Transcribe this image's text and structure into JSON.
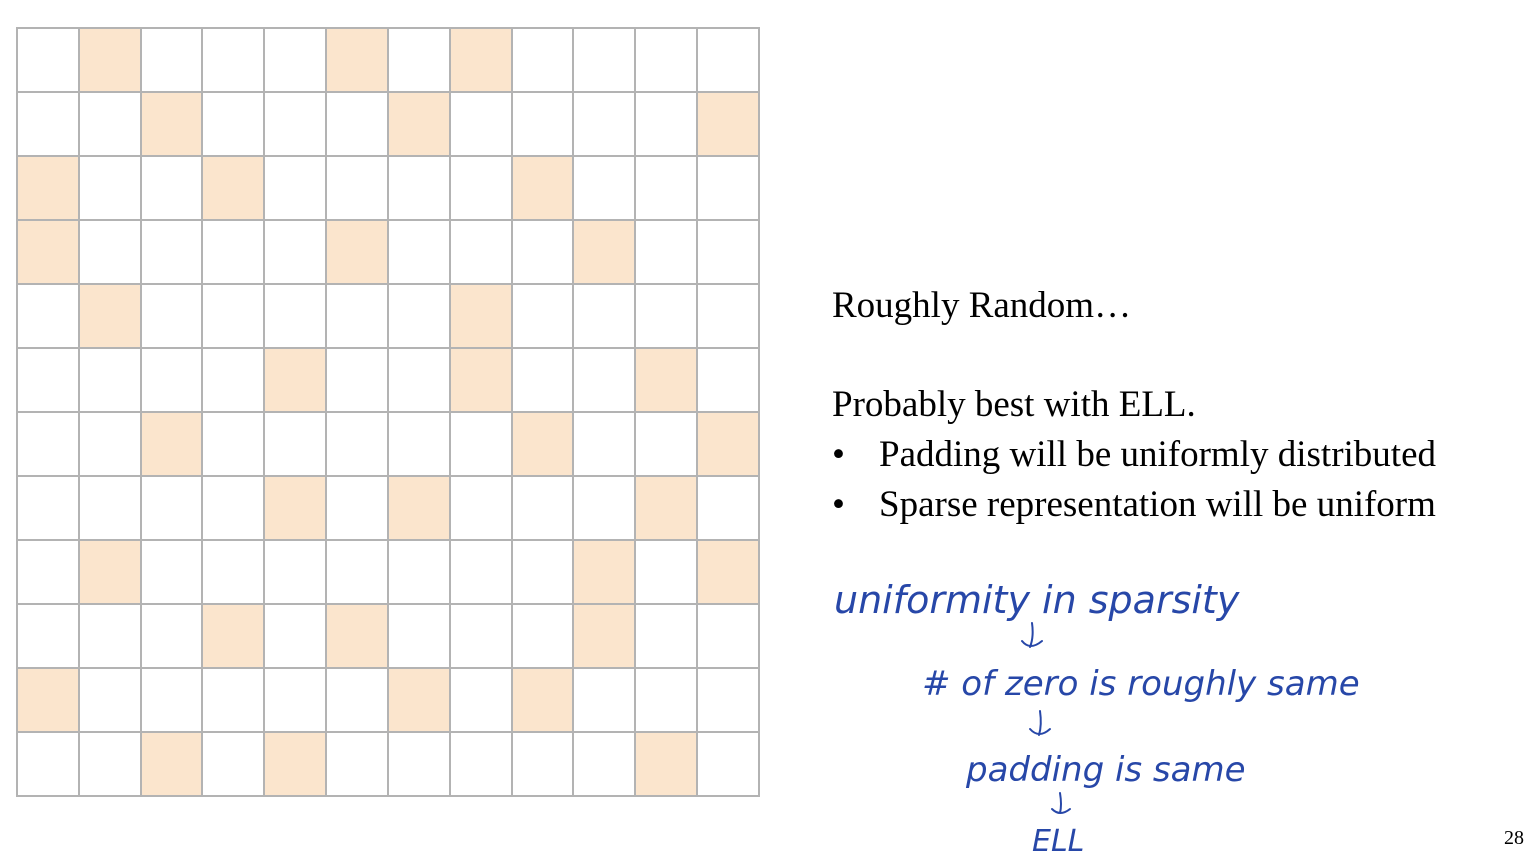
{
  "slide": {
    "heading": "Roughly Random…",
    "subheading": "Probably best with ELL.",
    "bullets": [
      "Padding will be uniformly distributed",
      "Sparse representation will be uniform"
    ],
    "bullet_symbol": "•",
    "page_number": "28"
  },
  "matrix": {
    "rows": 12,
    "cols": 12,
    "filled_color": "#fbe5cd",
    "empty_color": "#ffffff",
    "grid_line_color": "#b3b3b3",
    "filled": [
      [
        0,
        1
      ],
      [
        0,
        5
      ],
      [
        0,
        7
      ],
      [
        1,
        2
      ],
      [
        1,
        6
      ],
      [
        1,
        11
      ],
      [
        2,
        0
      ],
      [
        2,
        3
      ],
      [
        2,
        8
      ],
      [
        3,
        0
      ],
      [
        3,
        5
      ],
      [
        3,
        9
      ],
      [
        4,
        1
      ],
      [
        4,
        7
      ],
      [
        5,
        4
      ],
      [
        5,
        7
      ],
      [
        5,
        10
      ],
      [
        6,
        2
      ],
      [
        6,
        8
      ],
      [
        6,
        11
      ],
      [
        7,
        4
      ],
      [
        7,
        6
      ],
      [
        7,
        10
      ],
      [
        8,
        1
      ],
      [
        8,
        9
      ],
      [
        8,
        11
      ],
      [
        9,
        3
      ],
      [
        9,
        5
      ],
      [
        9,
        9
      ],
      [
        10,
        0
      ],
      [
        10,
        6
      ],
      [
        10,
        8
      ],
      [
        11,
        2
      ],
      [
        11,
        4
      ],
      [
        11,
        10
      ]
    ]
  },
  "handwritten_notes": {
    "ink_color": "#2747a8",
    "lines": [
      "uniformity in sparsity",
      "# of zero is roughly same",
      "padding is same",
      "ELL"
    ]
  }
}
